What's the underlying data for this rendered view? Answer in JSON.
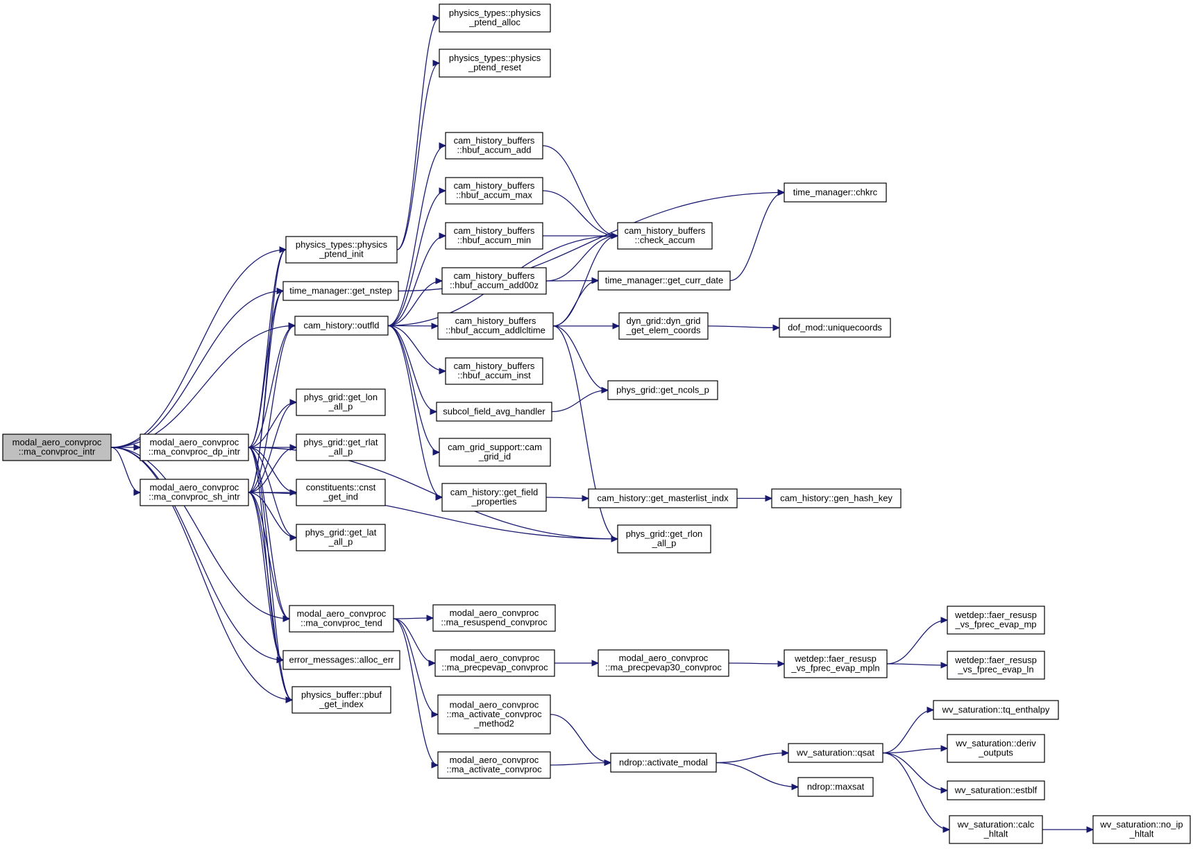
{
  "colors": {
    "edge": "#191970",
    "root_fill": "#bfbfbf",
    "node_fill": "#ffffff",
    "node_border": "#000000"
  },
  "nodes": [
    {
      "id": "root",
      "lines": [
        "modal_aero_convproc",
        "::ma_convproc_intr"
      ]
    },
    {
      "id": "dp_intr",
      "lines": [
        "modal_aero_convproc",
        "::ma_convproc_dp_intr"
      ]
    },
    {
      "id": "sh_intr",
      "lines": [
        "modal_aero_convproc",
        "::ma_convproc_sh_intr"
      ]
    },
    {
      "id": "ptend_alloc",
      "lines": [
        "physics_types::physics",
        "_ptend_alloc"
      ]
    },
    {
      "id": "ptend_reset",
      "lines": [
        "physics_types::physics",
        "_ptend_reset"
      ]
    },
    {
      "id": "ptend_init",
      "lines": [
        "physics_types::physics",
        "_ptend_init"
      ]
    },
    {
      "id": "get_nstep",
      "lines": [
        "time_manager::get_nstep"
      ]
    },
    {
      "id": "outfld",
      "lines": [
        "cam_history::outfld"
      ]
    },
    {
      "id": "get_lon",
      "lines": [
        "phys_grid::get_lon",
        "_all_p"
      ]
    },
    {
      "id": "get_rlat",
      "lines": [
        "phys_grid::get_rlat",
        "_all_p"
      ]
    },
    {
      "id": "cnst_get_ind",
      "lines": [
        "constituents::cnst",
        "_get_ind"
      ]
    },
    {
      "id": "get_lat",
      "lines": [
        "phys_grid::get_lat",
        "_all_p"
      ]
    },
    {
      "id": "convproc_tend",
      "lines": [
        "modal_aero_convproc",
        "::ma_convproc_tend"
      ]
    },
    {
      "id": "alloc_err",
      "lines": [
        "error_messages::alloc_err"
      ]
    },
    {
      "id": "pbuf_get_index",
      "lines": [
        "physics_buffer::pbuf",
        "_get_index"
      ]
    },
    {
      "id": "accum_add",
      "lines": [
        "cam_history_buffers",
        "::hbuf_accum_add"
      ]
    },
    {
      "id": "accum_max",
      "lines": [
        "cam_history_buffers",
        "::hbuf_accum_max"
      ]
    },
    {
      "id": "accum_min",
      "lines": [
        "cam_history_buffers",
        "::hbuf_accum_min"
      ]
    },
    {
      "id": "accum_add00z",
      "lines": [
        "cam_history_buffers",
        "::hbuf_accum_add00z"
      ]
    },
    {
      "id": "accum_addlcltime",
      "lines": [
        "cam_history_buffers",
        "::hbuf_accum_addlcltime"
      ]
    },
    {
      "id": "accum_inst",
      "lines": [
        "cam_history_buffers",
        "::hbuf_accum_inst"
      ]
    },
    {
      "id": "subcol_handler",
      "lines": [
        "subcol_field_avg_handler"
      ]
    },
    {
      "id": "cam_grid_id",
      "lines": [
        "cam_grid_support::cam",
        "_grid_id"
      ]
    },
    {
      "id": "get_field_props",
      "lines": [
        "cam_history::get_field",
        "_properties"
      ]
    },
    {
      "id": "resuspend",
      "lines": [
        "modal_aero_convproc",
        "::ma_resuspend_convproc"
      ]
    },
    {
      "id": "precpevap",
      "lines": [
        "modal_aero_convproc",
        "::ma_precpevap_convproc"
      ]
    },
    {
      "id": "activate_m2",
      "lines": [
        "modal_aero_convproc",
        "::ma_activate_convproc",
        "_method2"
      ]
    },
    {
      "id": "activate",
      "lines": [
        "modal_aero_convproc",
        "::ma_activate_convproc"
      ]
    },
    {
      "id": "chkrc",
      "lines": [
        "time_manager::chkrc"
      ]
    },
    {
      "id": "check_accum",
      "lines": [
        "cam_history_buffers",
        "::check_accum"
      ]
    },
    {
      "id": "get_curr_date",
      "lines": [
        "time_manager::get_curr_date"
      ]
    },
    {
      "id": "dyn_grid_coords",
      "lines": [
        "dyn_grid::dyn_grid",
        "_get_elem_coords"
      ]
    },
    {
      "id": "uniquecoords",
      "lines": [
        "dof_mod::uniquecoords"
      ]
    },
    {
      "id": "get_ncols",
      "lines": [
        "phys_grid::get_ncols_p"
      ]
    },
    {
      "id": "masterlist",
      "lines": [
        "cam_history::get_masterlist_indx"
      ]
    },
    {
      "id": "hash_key",
      "lines": [
        "cam_history::gen_hash_key"
      ]
    },
    {
      "id": "get_rlon",
      "lines": [
        "phys_grid::get_rlon",
        "_all_p"
      ]
    },
    {
      "id": "precpevap30",
      "lines": [
        "modal_aero_convproc",
        "::ma_precpevap30_convproc"
      ]
    },
    {
      "id": "faer_mpln",
      "lines": [
        "wetdep::faer_resusp",
        "_vs_fprec_evap_mpln"
      ]
    },
    {
      "id": "faer_mp",
      "lines": [
        "wetdep::faer_resusp",
        "_vs_fprec_evap_mp"
      ]
    },
    {
      "id": "faer_ln",
      "lines": [
        "wetdep::faer_resusp",
        "_vs_fprec_evap_ln"
      ]
    },
    {
      "id": "activate_modal",
      "lines": [
        "ndrop::activate_modal"
      ]
    },
    {
      "id": "qsat",
      "lines": [
        "wv_saturation::qsat"
      ]
    },
    {
      "id": "maxsat",
      "lines": [
        "ndrop::maxsat"
      ]
    },
    {
      "id": "tq_enthalpy",
      "lines": [
        "wv_saturation::tq_enthalpy"
      ]
    },
    {
      "id": "deriv_outputs",
      "lines": [
        "wv_saturation::deriv",
        "_outputs"
      ]
    },
    {
      "id": "estblf",
      "lines": [
        "wv_saturation::estblf"
      ]
    },
    {
      "id": "calc_hltalt",
      "lines": [
        "wv_saturation::calc",
        "_hltalt"
      ]
    },
    {
      "id": "no_ip_hltalt",
      "lines": [
        "wv_saturation::no_ip",
        "_hltalt"
      ]
    }
  ],
  "edges": [
    [
      "root",
      "dp_intr"
    ],
    [
      "root",
      "sh_intr"
    ],
    [
      "root",
      "ptend_init"
    ],
    [
      "root",
      "get_nstep"
    ],
    [
      "root",
      "outfld"
    ],
    [
      "root",
      "convproc_tend"
    ],
    [
      "root",
      "alloc_err"
    ],
    [
      "root",
      "pbuf_get_index"
    ],
    [
      "dp_intr",
      "ptend_init"
    ],
    [
      "dp_intr",
      "get_nstep"
    ],
    [
      "dp_intr",
      "outfld"
    ],
    [
      "dp_intr",
      "get_lon"
    ],
    [
      "dp_intr",
      "get_rlat"
    ],
    [
      "dp_intr",
      "cnst_get_ind"
    ],
    [
      "dp_intr",
      "get_lat"
    ],
    [
      "dp_intr",
      "get_rlon"
    ],
    [
      "dp_intr",
      "convproc_tend"
    ],
    [
      "dp_intr",
      "alloc_err"
    ],
    [
      "dp_intr",
      "pbuf_get_index"
    ],
    [
      "sh_intr",
      "ptend_init"
    ],
    [
      "sh_intr",
      "get_nstep"
    ],
    [
      "sh_intr",
      "outfld"
    ],
    [
      "sh_intr",
      "get_lon"
    ],
    [
      "sh_intr",
      "get_rlat"
    ],
    [
      "sh_intr",
      "cnst_get_ind"
    ],
    [
      "sh_intr",
      "get_lat"
    ],
    [
      "sh_intr",
      "get_rlon"
    ],
    [
      "sh_intr",
      "convproc_tend"
    ],
    [
      "sh_intr",
      "alloc_err"
    ],
    [
      "sh_intr",
      "pbuf_get_index"
    ],
    [
      "ptend_init",
      "ptend_alloc"
    ],
    [
      "ptend_init",
      "ptend_reset"
    ],
    [
      "get_nstep",
      "chkrc"
    ],
    [
      "outfld",
      "accum_add"
    ],
    [
      "outfld",
      "accum_max"
    ],
    [
      "outfld",
      "accum_min"
    ],
    [
      "outfld",
      "accum_add00z"
    ],
    [
      "outfld",
      "accum_addlcltime"
    ],
    [
      "outfld",
      "accum_inst"
    ],
    [
      "outfld",
      "subcol_handler"
    ],
    [
      "outfld",
      "cam_grid_id"
    ],
    [
      "outfld",
      "get_field_props"
    ],
    [
      "outfld",
      "check_accum"
    ],
    [
      "accum_add",
      "check_accum"
    ],
    [
      "accum_max",
      "check_accum"
    ],
    [
      "accum_min",
      "check_accum"
    ],
    [
      "accum_add00z",
      "check_accum"
    ],
    [
      "accum_add00z",
      "get_curr_date"
    ],
    [
      "accum_addlcltime",
      "check_accum"
    ],
    [
      "accum_addlcltime",
      "get_curr_date"
    ],
    [
      "accum_addlcltime",
      "dyn_grid_coords"
    ],
    [
      "accum_addlcltime",
      "get_ncols"
    ],
    [
      "accum_addlcltime",
      "get_rlon"
    ],
    [
      "get_curr_date",
      "chkrc"
    ],
    [
      "dyn_grid_coords",
      "uniquecoords"
    ],
    [
      "subcol_handler",
      "get_ncols"
    ],
    [
      "get_field_props",
      "masterlist"
    ],
    [
      "masterlist",
      "hash_key"
    ],
    [
      "convproc_tend",
      "resuspend"
    ],
    [
      "convproc_tend",
      "precpevap"
    ],
    [
      "convproc_tend",
      "activate_m2"
    ],
    [
      "convproc_tend",
      "activate"
    ],
    [
      "precpevap",
      "precpevap30"
    ],
    [
      "precpevap30",
      "faer_mpln"
    ],
    [
      "faer_mpln",
      "faer_mp"
    ],
    [
      "faer_mpln",
      "faer_ln"
    ],
    [
      "activate_m2",
      "activate_modal"
    ],
    [
      "activate",
      "activate_modal"
    ],
    [
      "activate_modal",
      "qsat"
    ],
    [
      "activate_modal",
      "maxsat"
    ],
    [
      "qsat",
      "tq_enthalpy"
    ],
    [
      "qsat",
      "deriv_outputs"
    ],
    [
      "qsat",
      "estblf"
    ],
    [
      "qsat",
      "calc_hltalt"
    ],
    [
      "calc_hltalt",
      "no_ip_hltalt"
    ]
  ]
}
